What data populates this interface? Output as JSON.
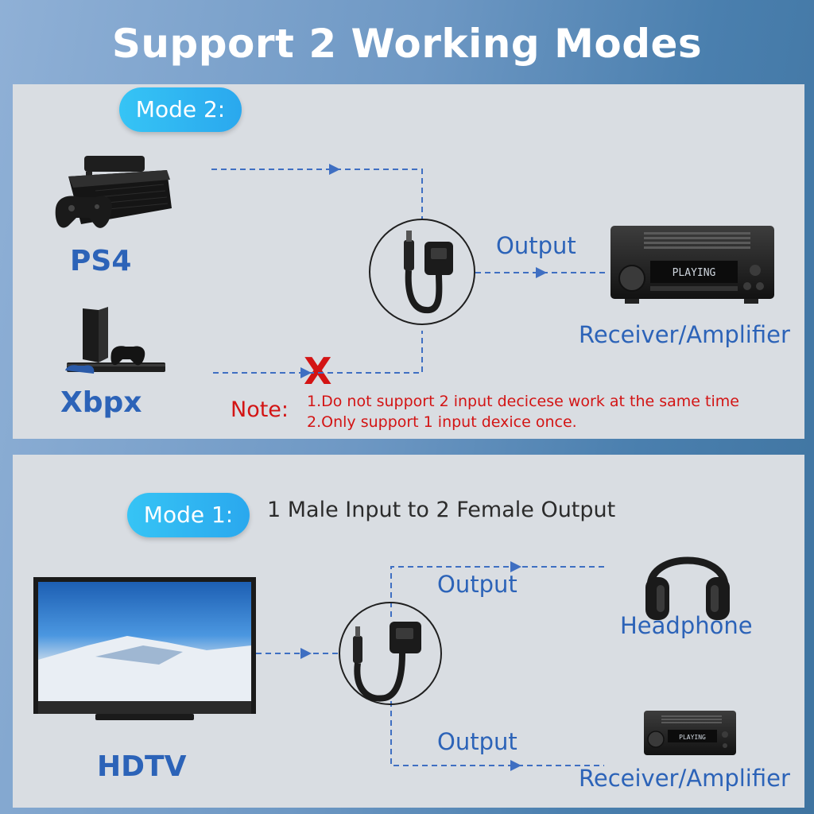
{
  "title": "Support 2 Working Modes",
  "mode2": {
    "badge": "Mode 2:",
    "input_top": "PS4",
    "input_bottom": "Xbpx",
    "output_label": "Output",
    "receiver_label": "Receiver/Amplifier",
    "receiver_display": "PLAYING",
    "blocked_mark": "X",
    "note_label": "Note:",
    "note_line1": "1.Do not support 2 input decicese work at the same time",
    "note_line2": "2.Only support 1 input dexice once."
  },
  "mode1": {
    "badge": "Mode 1:",
    "description": "1 Male Input to 2 Female Output",
    "input_label": "HDTV",
    "output_top_label": "Output",
    "output_bottom_label": "Output",
    "headphone_label": "Headphone",
    "receiver_label": "Receiver/Amplifier",
    "receiver_display": "PLAYING"
  },
  "colors": {
    "accent_blue": "#2c63b8",
    "badge_cyan": "#36c4f5",
    "note_red": "#d31414",
    "panel_gray": "#d9dde2"
  }
}
